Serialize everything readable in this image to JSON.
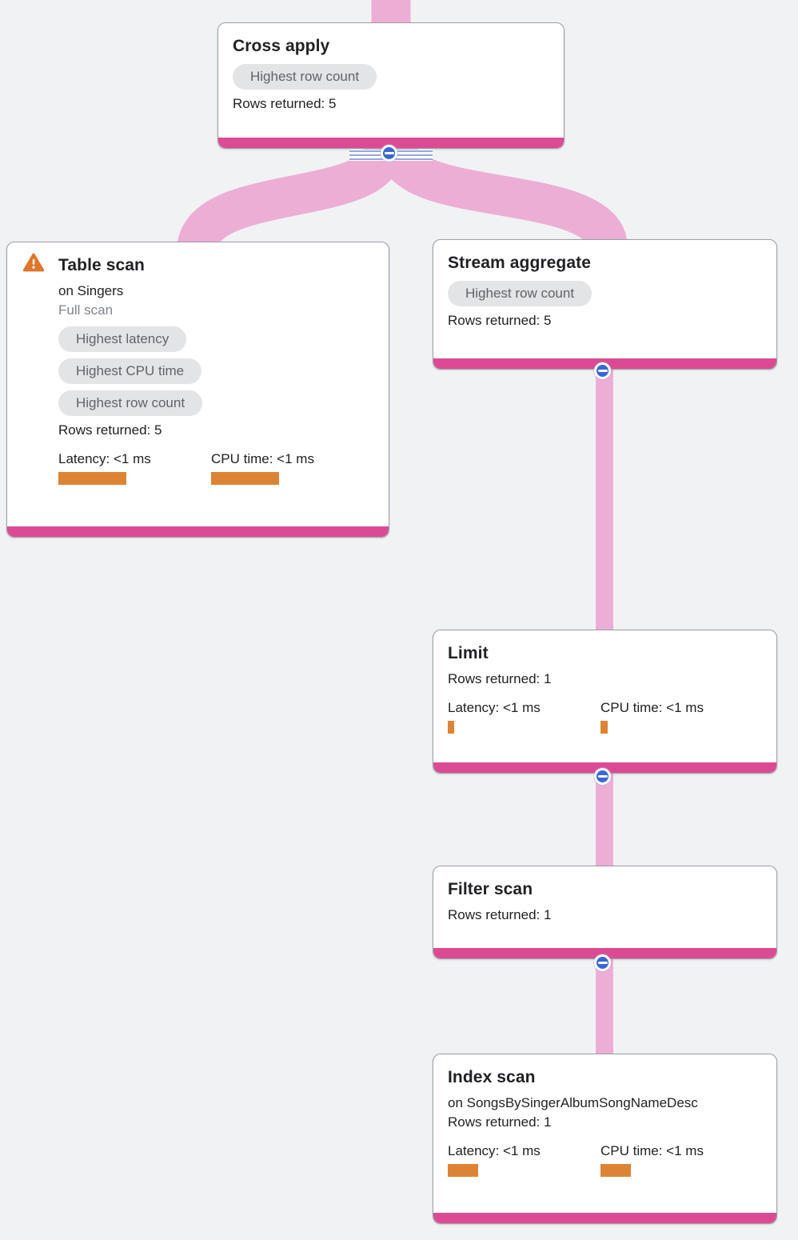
{
  "colors": {
    "background": "#f1f2f4",
    "card_border": "#9aa0a6",
    "accent_bar": "#dd4a94",
    "edge": "#edaed6",
    "collapse_button_blue": "#3b67d1",
    "metric_bar_orange": "#dd8434",
    "warning_orange": "#e0752c",
    "badge_bg": "#e3e4e6",
    "badge_text": "#5f6368",
    "muted_text": "#80868b",
    "text": "#202124"
  },
  "icons": {
    "collapse": "minus-in-circle-icon",
    "warning": "warning-triangle-icon"
  },
  "nodes": {
    "cross_apply": {
      "title": "Cross apply",
      "badges": [
        "Highest row count"
      ],
      "rows_returned": "Rows returned: 5"
    },
    "table_scan": {
      "title": "Table scan",
      "subtitle": "on Singers",
      "note": "Full scan",
      "badges": [
        "Highest latency",
        "Highest CPU time",
        "Highest row count"
      ],
      "rows_returned": "Rows returned: 5",
      "latency": {
        "label": "Latency: <1 ms",
        "bar_style": "width:85px"
      },
      "cpu": {
        "label": "CPU time: <1 ms",
        "bar_style": "width:85px"
      }
    },
    "stream_aggregate": {
      "title": "Stream aggregate",
      "badges": [
        "Highest row count"
      ],
      "rows_returned": "Rows returned: 5"
    },
    "limit": {
      "title": "Limit",
      "rows_returned": "Rows returned: 1",
      "latency": {
        "label": "Latency: <1 ms",
        "bar_style": "width:8px"
      },
      "cpu": {
        "label": "CPU time: <1 ms",
        "bar_style": "width:9px"
      }
    },
    "filter_scan": {
      "title": "Filter scan",
      "rows_returned": "Rows returned: 1"
    },
    "index_scan": {
      "title": "Index scan",
      "subtitle": "on SongsBySingerAlbumSongNameDesc",
      "rows_returned": "Rows returned: 1",
      "latency": {
        "label": "Latency: <1 ms",
        "bar_style": "width:38px"
      },
      "cpu": {
        "label": "CPU time: <1 ms",
        "bar_style": "width:38px"
      }
    }
  }
}
